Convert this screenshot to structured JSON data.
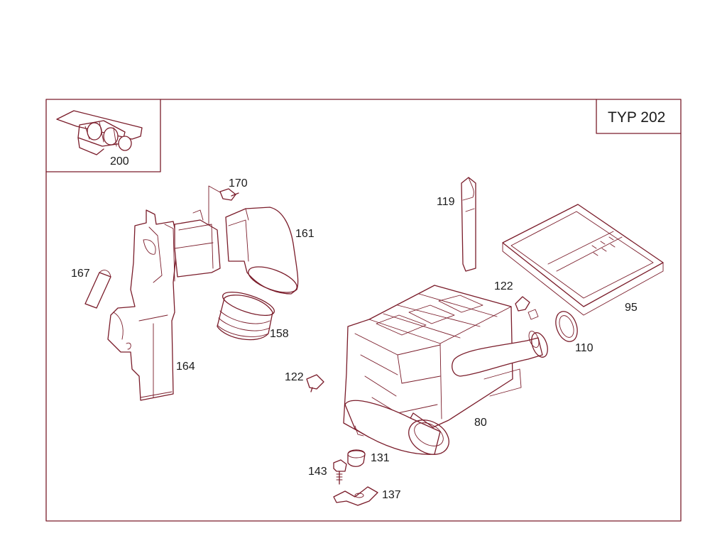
{
  "diagram": {
    "type_label": "TYP 202",
    "inset_part": "200",
    "parts": [
      "170",
      "161",
      "167",
      "164",
      "158",
      "119",
      "122",
      "95",
      "110",
      "80",
      "131",
      "143",
      "137"
    ],
    "repeat_part": "122",
    "colors": {
      "line": "#7a1c2a",
      "text": "#1a1a1a",
      "background": "#ffffff"
    }
  }
}
